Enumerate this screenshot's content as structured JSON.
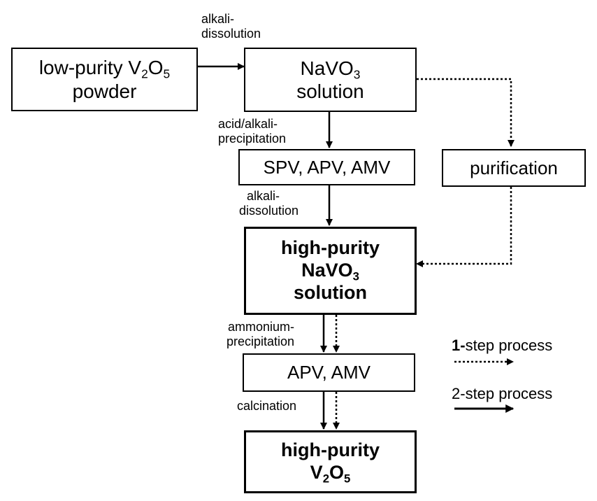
{
  "boxes": {
    "low_purity": {
      "line1_pre": "low-purity V",
      "line1_sub1": "2",
      "line1_mid": "O",
      "line1_sub2": "5",
      "line2": "powder"
    },
    "navo3": {
      "line1_pre": "NaVO",
      "line1_sub": "3",
      "line2": "solution"
    },
    "spv_apv_amv": {
      "text": "SPV, APV, AMV"
    },
    "purification": {
      "text": "purification"
    },
    "high_purity_navo3": {
      "line1": "high-purity",
      "line2_pre": "NaVO",
      "line2_sub": "3",
      "line3": "solution"
    },
    "apv_amv": {
      "text": "APV, AMV"
    },
    "high_purity_v2o5": {
      "line1": "high-purity",
      "line2_pre": "V",
      "line2_sub1": "2",
      "line2_mid": "O",
      "line2_sub2": "5"
    }
  },
  "labels": {
    "alkali_dissolution_top": [
      "alkali-",
      "dissolution"
    ],
    "acid_alkali_precipitation": [
      "acid/alkali-",
      "precipitation"
    ],
    "alkali_dissolution_mid": [
      "alkali-",
      "dissolution"
    ],
    "ammonium_precipitation": [
      "ammonium-",
      "precipitation"
    ],
    "calcination": "calcination"
  },
  "legend": {
    "one_step": {
      "bold": "1-",
      "rest": "step process"
    },
    "two_step": {
      "bold": "2-",
      "rest": "step process"
    }
  }
}
